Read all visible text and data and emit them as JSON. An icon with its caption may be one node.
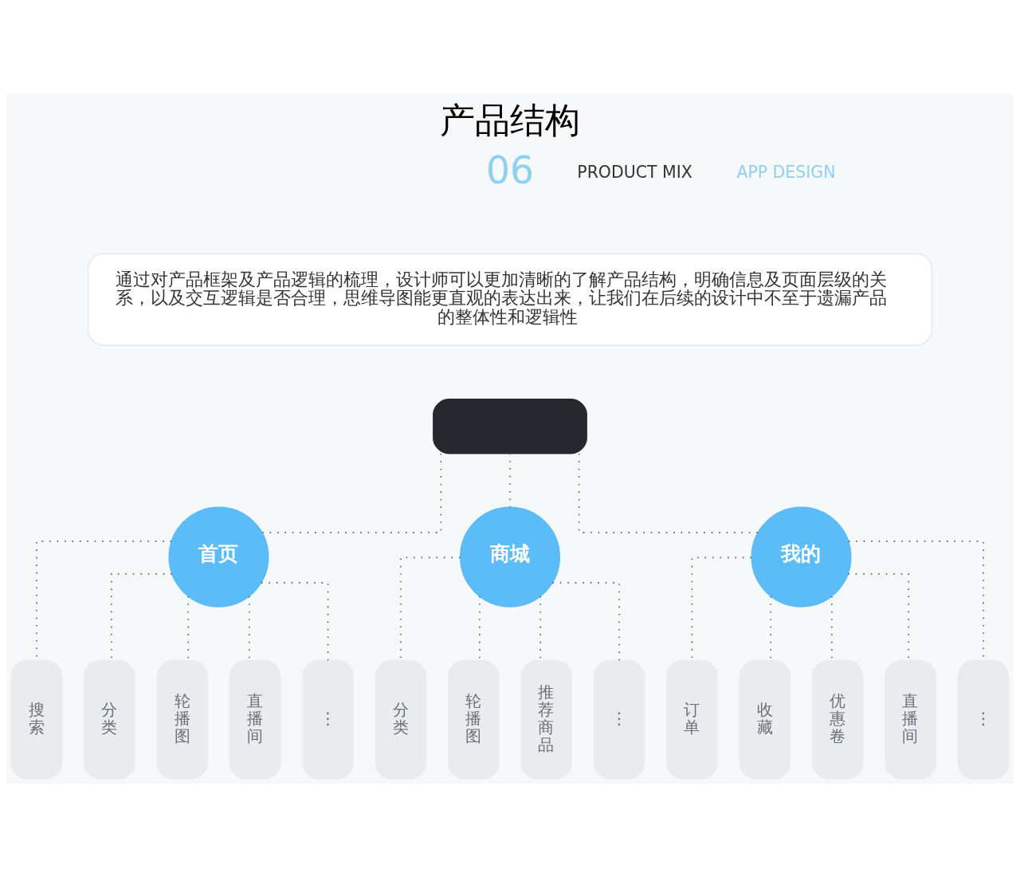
{
  "diagram": {
    "title": "产品结构",
    "nodes": [
      {
        "text": [],
        "shape": "box"
      },
      {
        "text": [
          "首页"
        ]
      },
      {
        "text": [
          "商城"
        ]
      },
      {
        "text": [
          "我的"
        ]
      },
      {
        "text": [
          "搜索"
        ]
      },
      {
        "text": [
          "分类"
        ]
      },
      {
        "text": [
          "轮播图"
        ]
      },
      {
        "text": [
          "直播间"
        ]
      },
      {
        "text": [
          "⋮"
        ]
      },
      {
        "text": [
          "分类"
        ]
      },
      {
        "text": [
          "轮播图"
        ]
      },
      {
        "text": [
          "推荐商品"
        ]
      },
      {
        "text": [
          "⋮"
        ]
      },
      {
        "text": [
          "订单"
        ]
      },
      {
        "text": [
          "收藏"
        ]
      },
      {
        "text": [
          "优惠卷"
        ]
      },
      {
        "text": [
          "直播间"
        ]
      },
      {
        "text": [
          "⋮"
        ]
      }
    ],
    "edges": [
      {
        "from": 0,
        "to": 1,
        "arrow": "none",
        "style": "dashed"
      },
      {
        "from": 0,
        "to": 2,
        "arrow": "none",
        "style": "dashed"
      },
      {
        "from": 0,
        "to": 3,
        "arrow": "none",
        "style": "dashed"
      },
      {
        "from": 1,
        "to": 4,
        "arrow": "none",
        "style": "dashed"
      },
      {
        "from": 1,
        "to": 5,
        "arrow": "none",
        "style": "dashed"
      },
      {
        "from": 1,
        "to": 6,
        "arrow": "none",
        "style": "dashed"
      },
      {
        "from": 1,
        "to": 7,
        "arrow": "none",
        "style": "dashed"
      },
      {
        "from": 1,
        "to": 8,
        "arrow": "none",
        "style": "dashed"
      },
      {
        "from": 2,
        "to": 9,
        "arrow": "none",
        "style": "dashed"
      },
      {
        "from": 2,
        "to": 10,
        "arrow": "none",
        "style": "dashed"
      },
      {
        "from": 2,
        "to": 11,
        "arrow": "none",
        "style": "dashed"
      },
      {
        "from": 2,
        "to": 12,
        "arrow": "none",
        "style": "dashed"
      },
      {
        "from": 3,
        "to": 13,
        "arrow": "none",
        "style": "dashed"
      },
      {
        "from": 3,
        "to": 14,
        "arrow": "none",
        "style": "dashed"
      },
      {
        "from": 3,
        "to": 15,
        "arrow": "none",
        "style": "dashed"
      },
      {
        "from": 3,
        "to": 16,
        "arrow": "none",
        "style": "dashed"
      },
      {
        "from": 3,
        "to": 17,
        "arrow": "none",
        "style": "dashed"
      }
    ],
    "labels": [
      "06",
      "PRODUCT MIX",
      "APP DESIGN",
      "通过对产品框架及产品逻辑的梳理，设计师可以更加清晰的了解产品结构，明确信息及页面层级的关系，以及交互逻辑是否合理，思维导图能更直观的表达出来，让我们在后续的设计中不至于遗漏产品的整体性和逻辑性"
    ]
  }
}
